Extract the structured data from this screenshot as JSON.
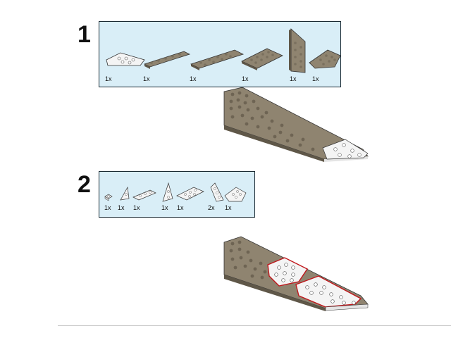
{
  "steps": [
    {
      "number": "1",
      "parts": [
        {
          "qty": "1x",
          "color": "white",
          "shape": "wedge-right"
        },
        {
          "qty": "1x",
          "color": "tan",
          "shape": "plate-long"
        },
        {
          "qty": "1x",
          "color": "tan",
          "shape": "plate-long"
        },
        {
          "qty": "1x",
          "color": "tan",
          "shape": "plate-wide"
        },
        {
          "qty": "1x",
          "color": "tan",
          "shape": "wedge-tall"
        },
        {
          "qty": "1x",
          "color": "tan",
          "shape": "wedge-left"
        }
      ]
    },
    {
      "number": "2",
      "parts": [
        {
          "qty": "1x",
          "color": "white",
          "shape": "plate-1x1"
        },
        {
          "qty": "1x",
          "color": "white",
          "shape": "wedge-small"
        },
        {
          "qty": "1x",
          "color": "white",
          "shape": "plate-1x3"
        },
        {
          "qty": "1x",
          "color": "white",
          "shape": "wedge-small-tall"
        },
        {
          "qty": "1x",
          "color": "white",
          "shape": "plate-2x3"
        },
        {
          "qty": "2x",
          "color": "white",
          "shape": "wedge-2x3"
        },
        {
          "qty": "1x",
          "color": "white",
          "shape": "wedge-left"
        }
      ]
    }
  ],
  "colors": {
    "box_bg": "#d9eef7",
    "tan": "#8f8470",
    "tan_dark": "#5f5748",
    "white_part": "#f4f4f4",
    "highlight": "#c0171c"
  }
}
